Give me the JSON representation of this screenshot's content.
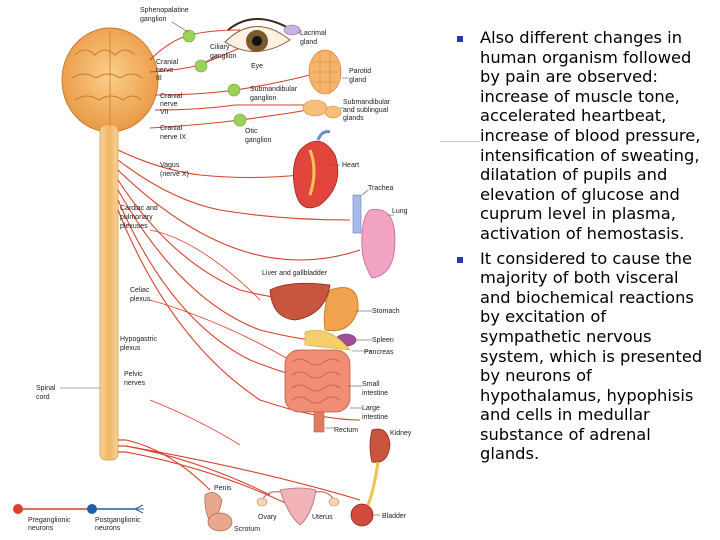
{
  "labels": {
    "sphenopalatine": [
      "Sphenopalatine",
      "ganglion"
    ],
    "ciliary": [
      "Ciliary",
      "ganglion"
    ],
    "lacrimal": [
      "Lacrimal",
      "gland"
    ],
    "eye": "Eye",
    "cn3": [
      "Cranial",
      "nerve",
      "III"
    ],
    "parotid": [
      "Parotid",
      "gland"
    ],
    "cn7": [
      "Cranial",
      "nerve",
      "VII"
    ],
    "submandibular_ganglion": [
      "Submandibular",
      "ganglion"
    ],
    "submandibular_glands": [
      "Submandibular",
      "and sublingual",
      "glands"
    ],
    "cn9": [
      "Cranial",
      "nerve IX"
    ],
    "otic": [
      "Otic",
      "ganglion"
    ],
    "vagus": [
      "Vagus",
      "(nerve X)"
    ],
    "heart": "Heart",
    "trachea": "Trachea",
    "lung": "Lung",
    "cardiac": [
      "Cardiac and",
      "pulmonary",
      "plexuses"
    ],
    "liver": "Liver and gallbladder",
    "celiac": [
      "Celiac",
      "plexus"
    ],
    "stomach": "Stomach",
    "spleen": "Spleen",
    "pancreas": "Pancreas",
    "hypogastric": [
      "Hypogastric",
      "plexus"
    ],
    "pelvic": [
      "Pelvic",
      "nerves"
    ],
    "small_intestine": [
      "Small",
      "intestine"
    ],
    "large_intestine": [
      "Large",
      "intestine"
    ],
    "rectum": "Rectum",
    "kidney": "Kidney",
    "spinal": [
      "Spinal",
      "cord"
    ],
    "penis": "Penis",
    "ovary": "Ovary",
    "uterus": "Uterus",
    "bladder": "Bladder",
    "scrotum": "Scrotum"
  },
  "legend": {
    "preganglionic": [
      "Preganglionic",
      "neurons"
    ],
    "postganglionic": [
      "Postganglionic",
      "neurons"
    ]
  },
  "bullets": [
    "Also different changes in human organism followed by pain are observed: increase of muscle tone, accelerated heartbeat, increase of blood pressure, intensification of sweating, dilatation of pupils and elevation of glucose and cuprum level in plasma, activation of hemostasis.",
    " It considered to cause the majority of both visceral and biochemical reactions by excitation of sympathetic nervous system, which is presented by neurons of hypothalamus, hypophisis and cells in medullar substance of adrenal glands."
  ],
  "colors": {
    "nerve": "#d8402a",
    "bullet": "#2a3aa8",
    "ganglion": "#9bd35a",
    "spinal_cord": "#f4c47a",
    "postganglionic_legend": "#1f5fa8"
  }
}
